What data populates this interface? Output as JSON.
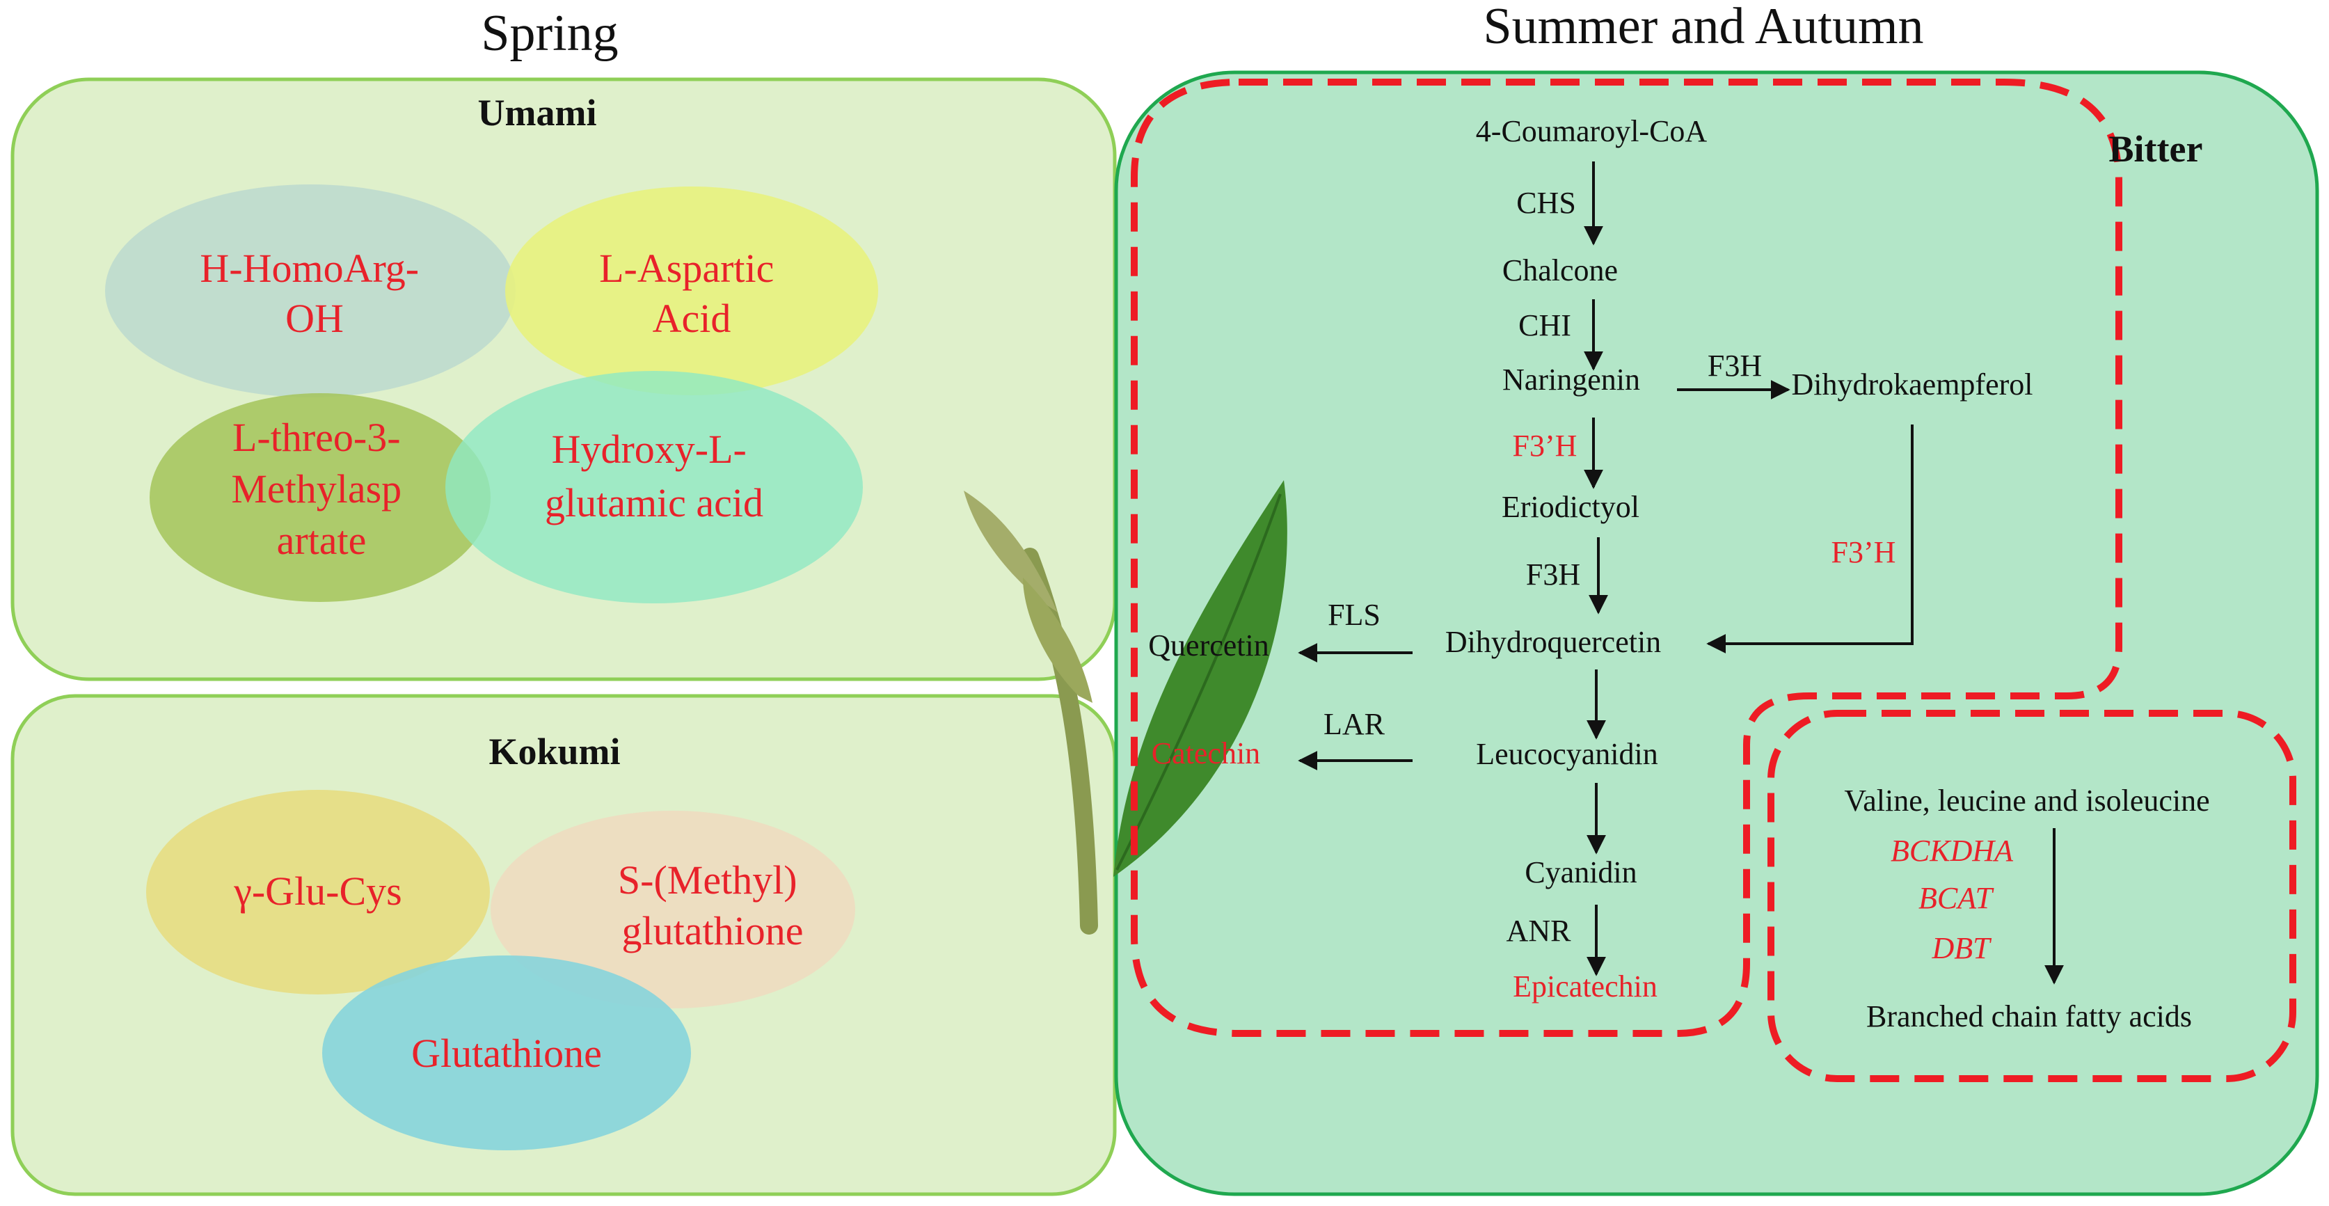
{
  "colors": {
    "spring_panel_fill": "#dff0cb",
    "spring_panel_stroke": "#8fcf57",
    "summer_panel_fill": "#b3e6c8",
    "summer_panel_stroke": "#1fa84f",
    "red_text": "#e8222a",
    "red_dash": "#ee1c24",
    "black_text": "#111111",
    "ellipse_homoarg": "#bcd9cf",
    "ellipse_aspartic": "#e9f27a",
    "ellipse_threo": "#a4c45a",
    "ellipse_hydroxy": "#8fe9c3",
    "ellipse_gluys": "#e8dc7e",
    "ellipse_smethyl": "#eedcc0",
    "ellipse_glutathione": "#86d4dc",
    "leaf_green": "#3f8a2c",
    "stem_green": "#8a9a50"
  },
  "spring": {
    "title": "Spring",
    "umami": {
      "heading": "Umami",
      "homoarg": [
        "H-HomoArg-",
        "OH"
      ],
      "aspartic": [
        "L-Aspartic",
        "Acid"
      ],
      "threo": [
        "L-threo-3-",
        "Methylasp",
        "artate"
      ],
      "hydroxy": [
        "Hydroxy-L-",
        "glutamic acid"
      ]
    },
    "kokumi": {
      "heading": "Kokumi",
      "glucys": "γ-Glu-Cys",
      "smethyl": [
        "S-(Methyl)",
        "glutathione"
      ],
      "glutathione": "Glutathione"
    }
  },
  "summer": {
    "title": "Summer and Autumn",
    "bitter_label": "Bitter",
    "flavonoid": {
      "coumaroyl": "4-Coumaroyl-CoA",
      "chs": "CHS",
      "chalcone": "Chalcone",
      "chi": "CHI",
      "naringenin": "Naringenin",
      "f3h_top": "F3H",
      "dihydrokaempferol": "Dihydrokaempferol",
      "f3prime_left": "F3’H",
      "eriodictyol": "Eriodictyol",
      "f3h_mid": "F3H",
      "f3prime_right": "F3’H",
      "dihydroquercetin": "Dihydroquercetin",
      "fls": "FLS",
      "quercetin": "Quercetin",
      "lar": "LAR",
      "catechin": "Catechin",
      "leucocyanidin": "Leucocyanidin",
      "cyanidin": "Cyanidin",
      "anr": "ANR",
      "epicatechin": "Epicatechin"
    },
    "bcaa": {
      "source": "Valine, leucine and isoleucine",
      "enzymes": [
        "BCKDHA",
        "BCAT",
        "DBT"
      ],
      "product": "Branched chain fatty acids"
    }
  }
}
